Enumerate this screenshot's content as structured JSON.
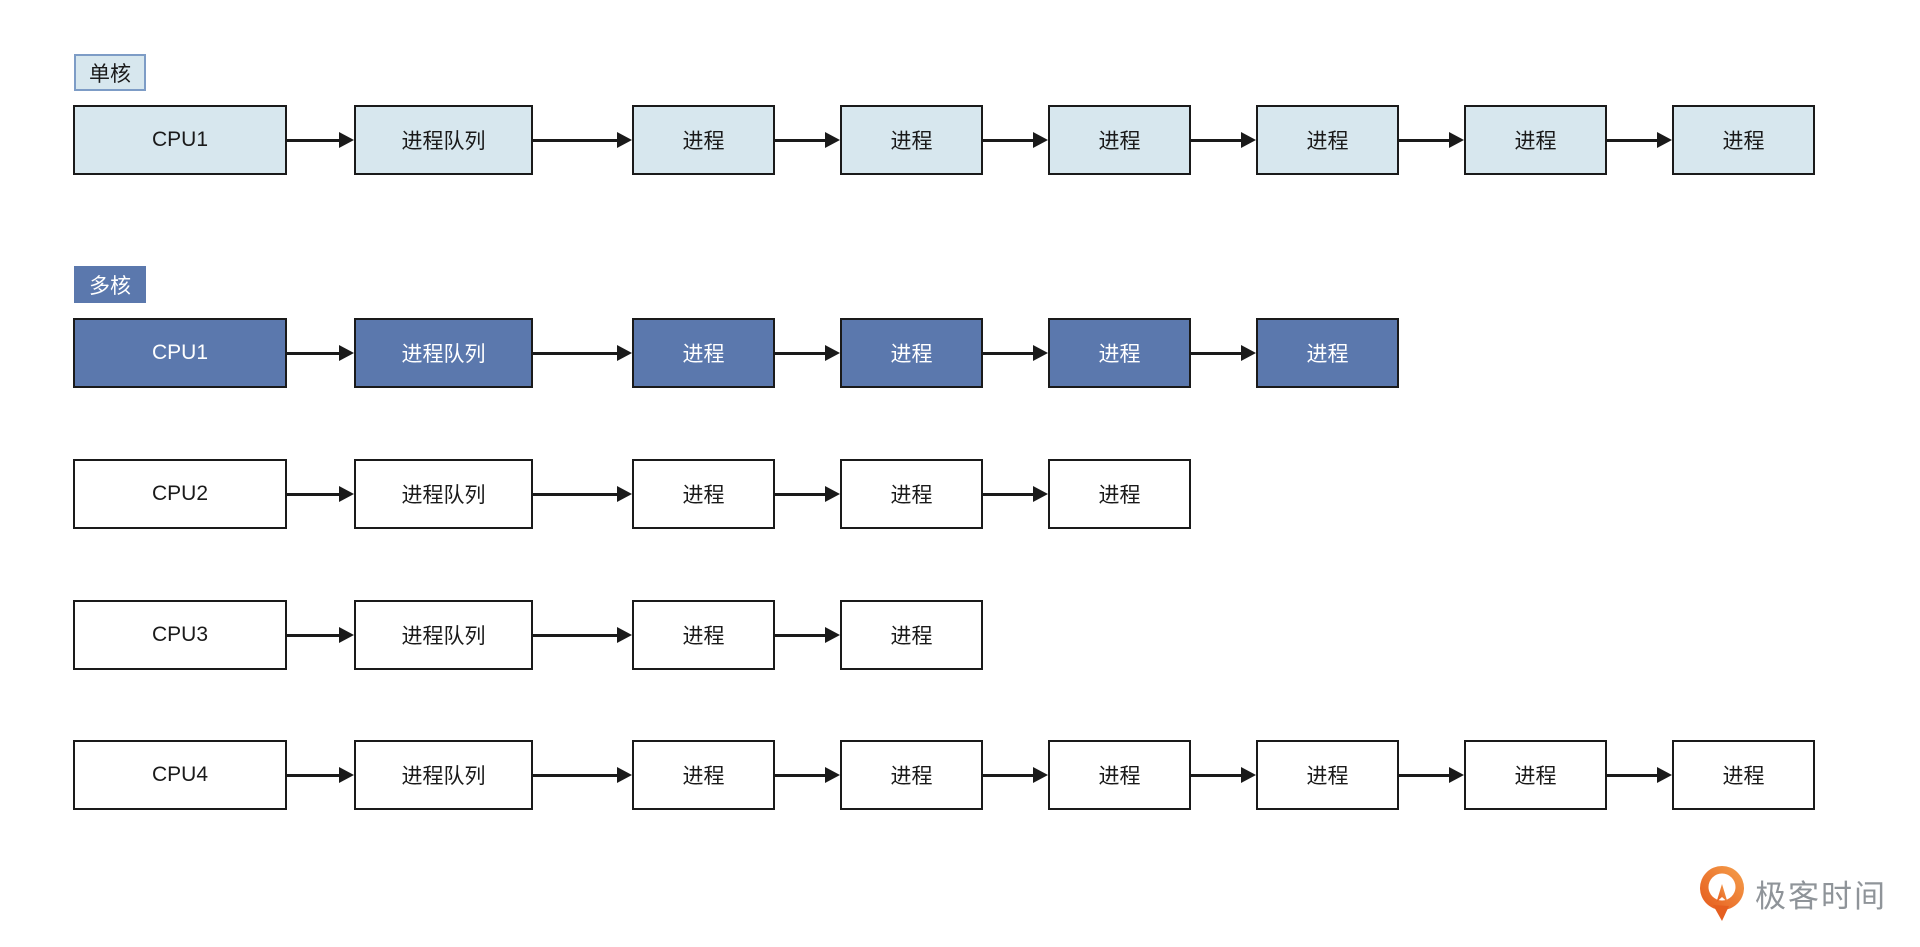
{
  "diagram": {
    "sections": [
      {
        "label": "单核",
        "rows": [
          {
            "theme": "light",
            "nodes": [
              "CPU1",
              "进程队列",
              "进程",
              "进程",
              "进程",
              "进程",
              "进程",
              "进程"
            ]
          }
        ]
      },
      {
        "label": "多核",
        "rows": [
          {
            "theme": "dark",
            "nodes": [
              "CPU1",
              "进程队列",
              "进程",
              "进程",
              "进程",
              "进程"
            ]
          },
          {
            "theme": "plain",
            "nodes": [
              "CPU2",
              "进程队列",
              "进程",
              "进程",
              "进程"
            ]
          },
          {
            "theme": "plain",
            "nodes": [
              "CPU3",
              "进程队列",
              "进程",
              "进程"
            ]
          },
          {
            "theme": "plain",
            "nodes": [
              "CPU4",
              "进程队列",
              "进程",
              "进程",
              "进程",
              "进程",
              "进程",
              "进程"
            ]
          }
        ]
      }
    ]
  },
  "colors": {
    "light_box_bg": "#d7e7ee",
    "dark_box_bg": "#5b78ad",
    "white_box_bg": "#ffffff",
    "box_border": "#1a1a1a",
    "single_label_border": "#7d9cc6",
    "arrow": "#1a1a1a",
    "logo_orange": "#ec6b1f",
    "logo_text_gray": "#8f9499"
  },
  "logo": {
    "text": "极客时间"
  }
}
